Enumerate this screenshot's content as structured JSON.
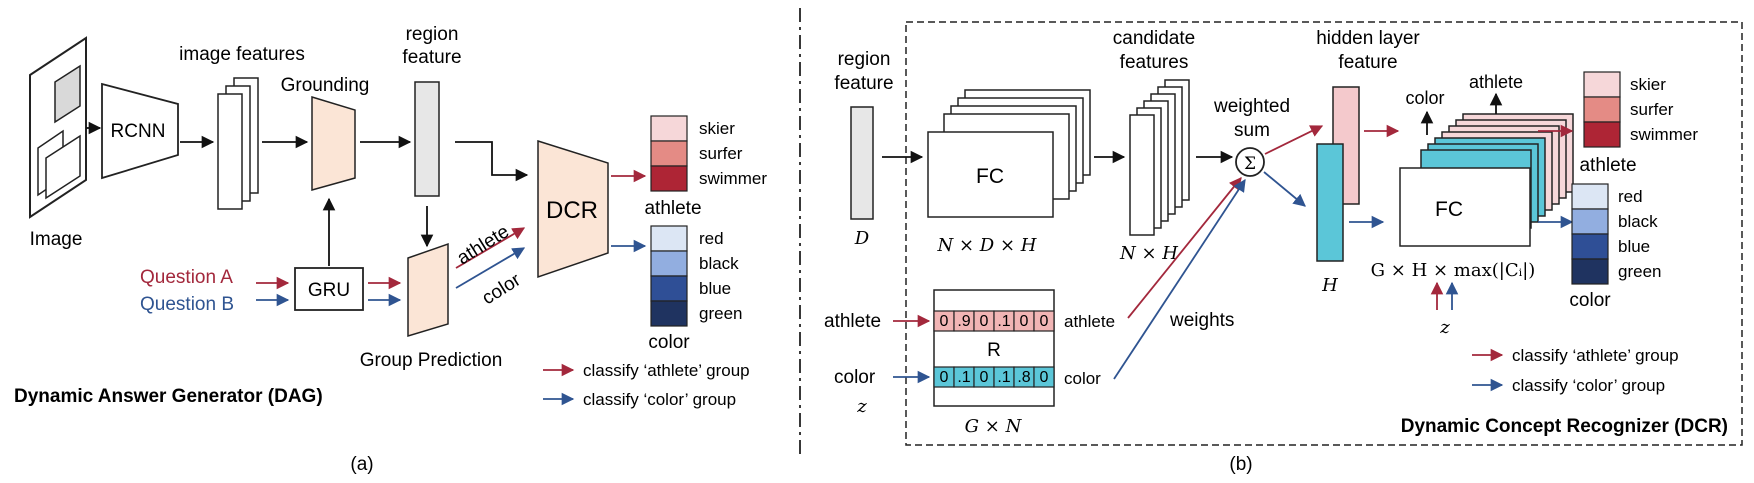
{
  "panel_a": {
    "caption": "(a)",
    "title": "Dynamic Answer Generator (DAG)",
    "image_label": "Image",
    "rcnn_label": "RCNN",
    "image_features_label": "image features",
    "grounding_label": "Grounding",
    "region_feature_label": [
      "region",
      "feature"
    ],
    "dcr_label": "DCR",
    "gru_label": "GRU",
    "question_a": "Question A",
    "question_b": "Question B",
    "group_prediction_label": "Group Prediction",
    "athlete_label": "athlete",
    "color_label": "color",
    "athlete_group_title": "athlete",
    "color_group_title": "color",
    "athlete_items": [
      "skier",
      "surfer",
      "swimmer"
    ],
    "color_items": [
      "red",
      "black",
      "blue",
      "green"
    ],
    "legend": {
      "athlete": "classify ‘athlete’ group",
      "color": "classify ‘color’ group"
    }
  },
  "panel_b": {
    "caption": "(b)",
    "title": "Dynamic Concept Recognizer (DCR)",
    "region_feature_label": [
      "region",
      "feature"
    ],
    "d_label": "D",
    "fc_label": "FC",
    "ndh_label": "N × D × H",
    "candidate_features_label": [
      "candidate",
      "features"
    ],
    "nh_label": "N × H",
    "weighted_sum_label": [
      "weighted",
      "sum"
    ],
    "sigma_symbol": "Σ",
    "hidden_layer_label": [
      "hidden layer",
      "feature"
    ],
    "h_label": "H",
    "fc2_label": "FC",
    "gh_label": "G × H × max(|Cᵢ|)",
    "z_label": "z",
    "athlete_input": "athlete",
    "color_input": "color",
    "z_input": "z",
    "r_label": "R",
    "gn_label": "G × N",
    "athlete_row": [
      "0",
      ".9",
      "0",
      ".1",
      "0",
      "0"
    ],
    "color_row": [
      "0",
      ".1",
      "0",
      ".1",
      ".8",
      "0"
    ],
    "row_athlete_label": "athlete",
    "row_color_label": "color",
    "weights_label": "weights",
    "out_color_label": "color",
    "out_athlete_label": "athlete",
    "athlete_group_title": "athlete",
    "color_group_title": "color",
    "athlete_items": [
      "skier",
      "surfer",
      "swimmer"
    ],
    "color_items": [
      "red",
      "black",
      "blue",
      "green"
    ],
    "legend": {
      "athlete": "classify ‘athlete’ group",
      "color": "classify ‘color’ group"
    }
  },
  "colors": {
    "athlete_arrow": "#a3283c",
    "color_arrow": "#2f5491",
    "question_a_text": "#a3283c",
    "question_b_text": "#2f5491",
    "athlete_shades": [
      "#f6d7d9",
      "#e48b85",
      "#ae2535"
    ],
    "color_shades": [
      "#dce6f4",
      "#92aee0",
      "#2f4f96",
      "#1f3360"
    ],
    "peach": "#fbe5d6",
    "grey_bar": "#e7e7e7",
    "pink_bar": "#f4c9cc",
    "cyan_bar": "#5bc6d8",
    "pink_row": "#f1b5b5",
    "cyan_row": "#5bc6d8"
  }
}
